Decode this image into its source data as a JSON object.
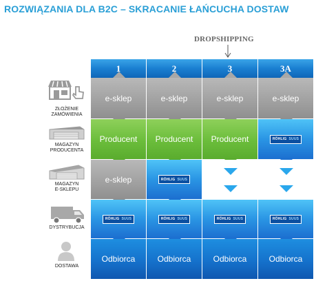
{
  "title": "ROZWIĄZANIA DLA B2C – SKRACANIE ŁAŃCUCHA DOSTAW",
  "dropshipping_label": "DROPSHIPPING",
  "columns": [
    "1",
    "2",
    "3",
    "3A"
  ],
  "rows": [
    {
      "label": "ZŁOŻENIE\nZAMÓWIENIA",
      "icon": "shop-icon",
      "cells": [
        {
          "type": "grey",
          "text": "e-sklep"
        },
        {
          "type": "grey",
          "text": "e-sklep"
        },
        {
          "type": "grey",
          "text": "e-sklep"
        },
        {
          "type": "grey",
          "text": "e-sklep"
        }
      ]
    },
    {
      "label": "MAGAZYN\nPRODUCENTA",
      "icon": "producer-warehouse-icon",
      "cells": [
        {
          "type": "green",
          "text": "Producent"
        },
        {
          "type": "green",
          "text": "Producent"
        },
        {
          "type": "green",
          "text": "Producent"
        },
        {
          "type": "blue",
          "badge": true
        }
      ]
    },
    {
      "label": "MAGAZYN\nE-SKLEPU",
      "icon": "shop-warehouse-icon",
      "cells": [
        {
          "type": "grey",
          "text": "e-sklep"
        },
        {
          "type": "blue",
          "badge": true
        },
        {
          "type": "white",
          "arrows": true
        },
        {
          "type": "white",
          "arrows": true
        }
      ]
    },
    {
      "label": "DYSTRYBUCJA",
      "icon": "truck-icon",
      "cells": [
        {
          "type": "blue",
          "badge": true
        },
        {
          "type": "blue",
          "badge": true
        },
        {
          "type": "blue",
          "badge": true
        },
        {
          "type": "blue",
          "badge": true
        }
      ]
    },
    {
      "label": "DOSTAWA",
      "icon": "person-icon",
      "cells": [
        {
          "type": "darkblue",
          "text": "Odbiorca"
        },
        {
          "type": "darkblue",
          "text": "Odbiorca"
        },
        {
          "type": "darkblue",
          "text": "Odbiorca"
        },
        {
          "type": "darkblue",
          "text": "Odbiorca"
        }
      ]
    }
  ],
  "badge": {
    "part1": "RÖHLIG",
    "part2": "SUUS"
  },
  "colors": {
    "title": "#2a9fd6",
    "header": "#1a7fd1",
    "grey": "#a0a0a0",
    "green": "#6bbd3b",
    "blue": "#2a95e4",
    "dark_blue": "#1572cc",
    "arrow": "#2aa7ec"
  }
}
